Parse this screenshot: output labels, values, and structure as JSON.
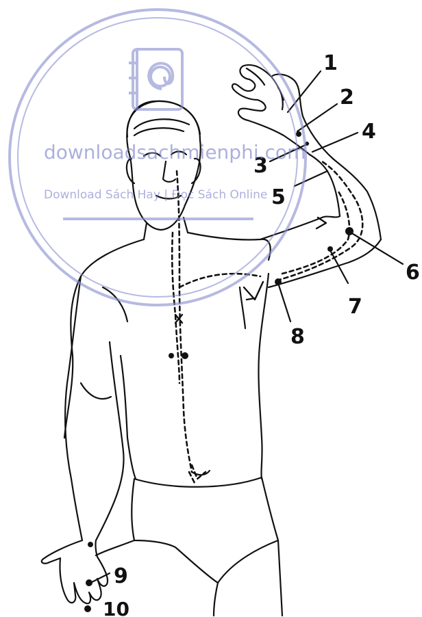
{
  "watermark": {
    "site": "downloadsachmienphi.com",
    "tagline": "Download Sách Hay | Đọc Sách Online",
    "icon": "contact-book-at-icon",
    "color": "#8b90d0"
  },
  "figure": {
    "labels": [
      "1",
      "2",
      "3",
      "4",
      "5",
      "6",
      "7",
      "8",
      "9",
      "10"
    ]
  }
}
